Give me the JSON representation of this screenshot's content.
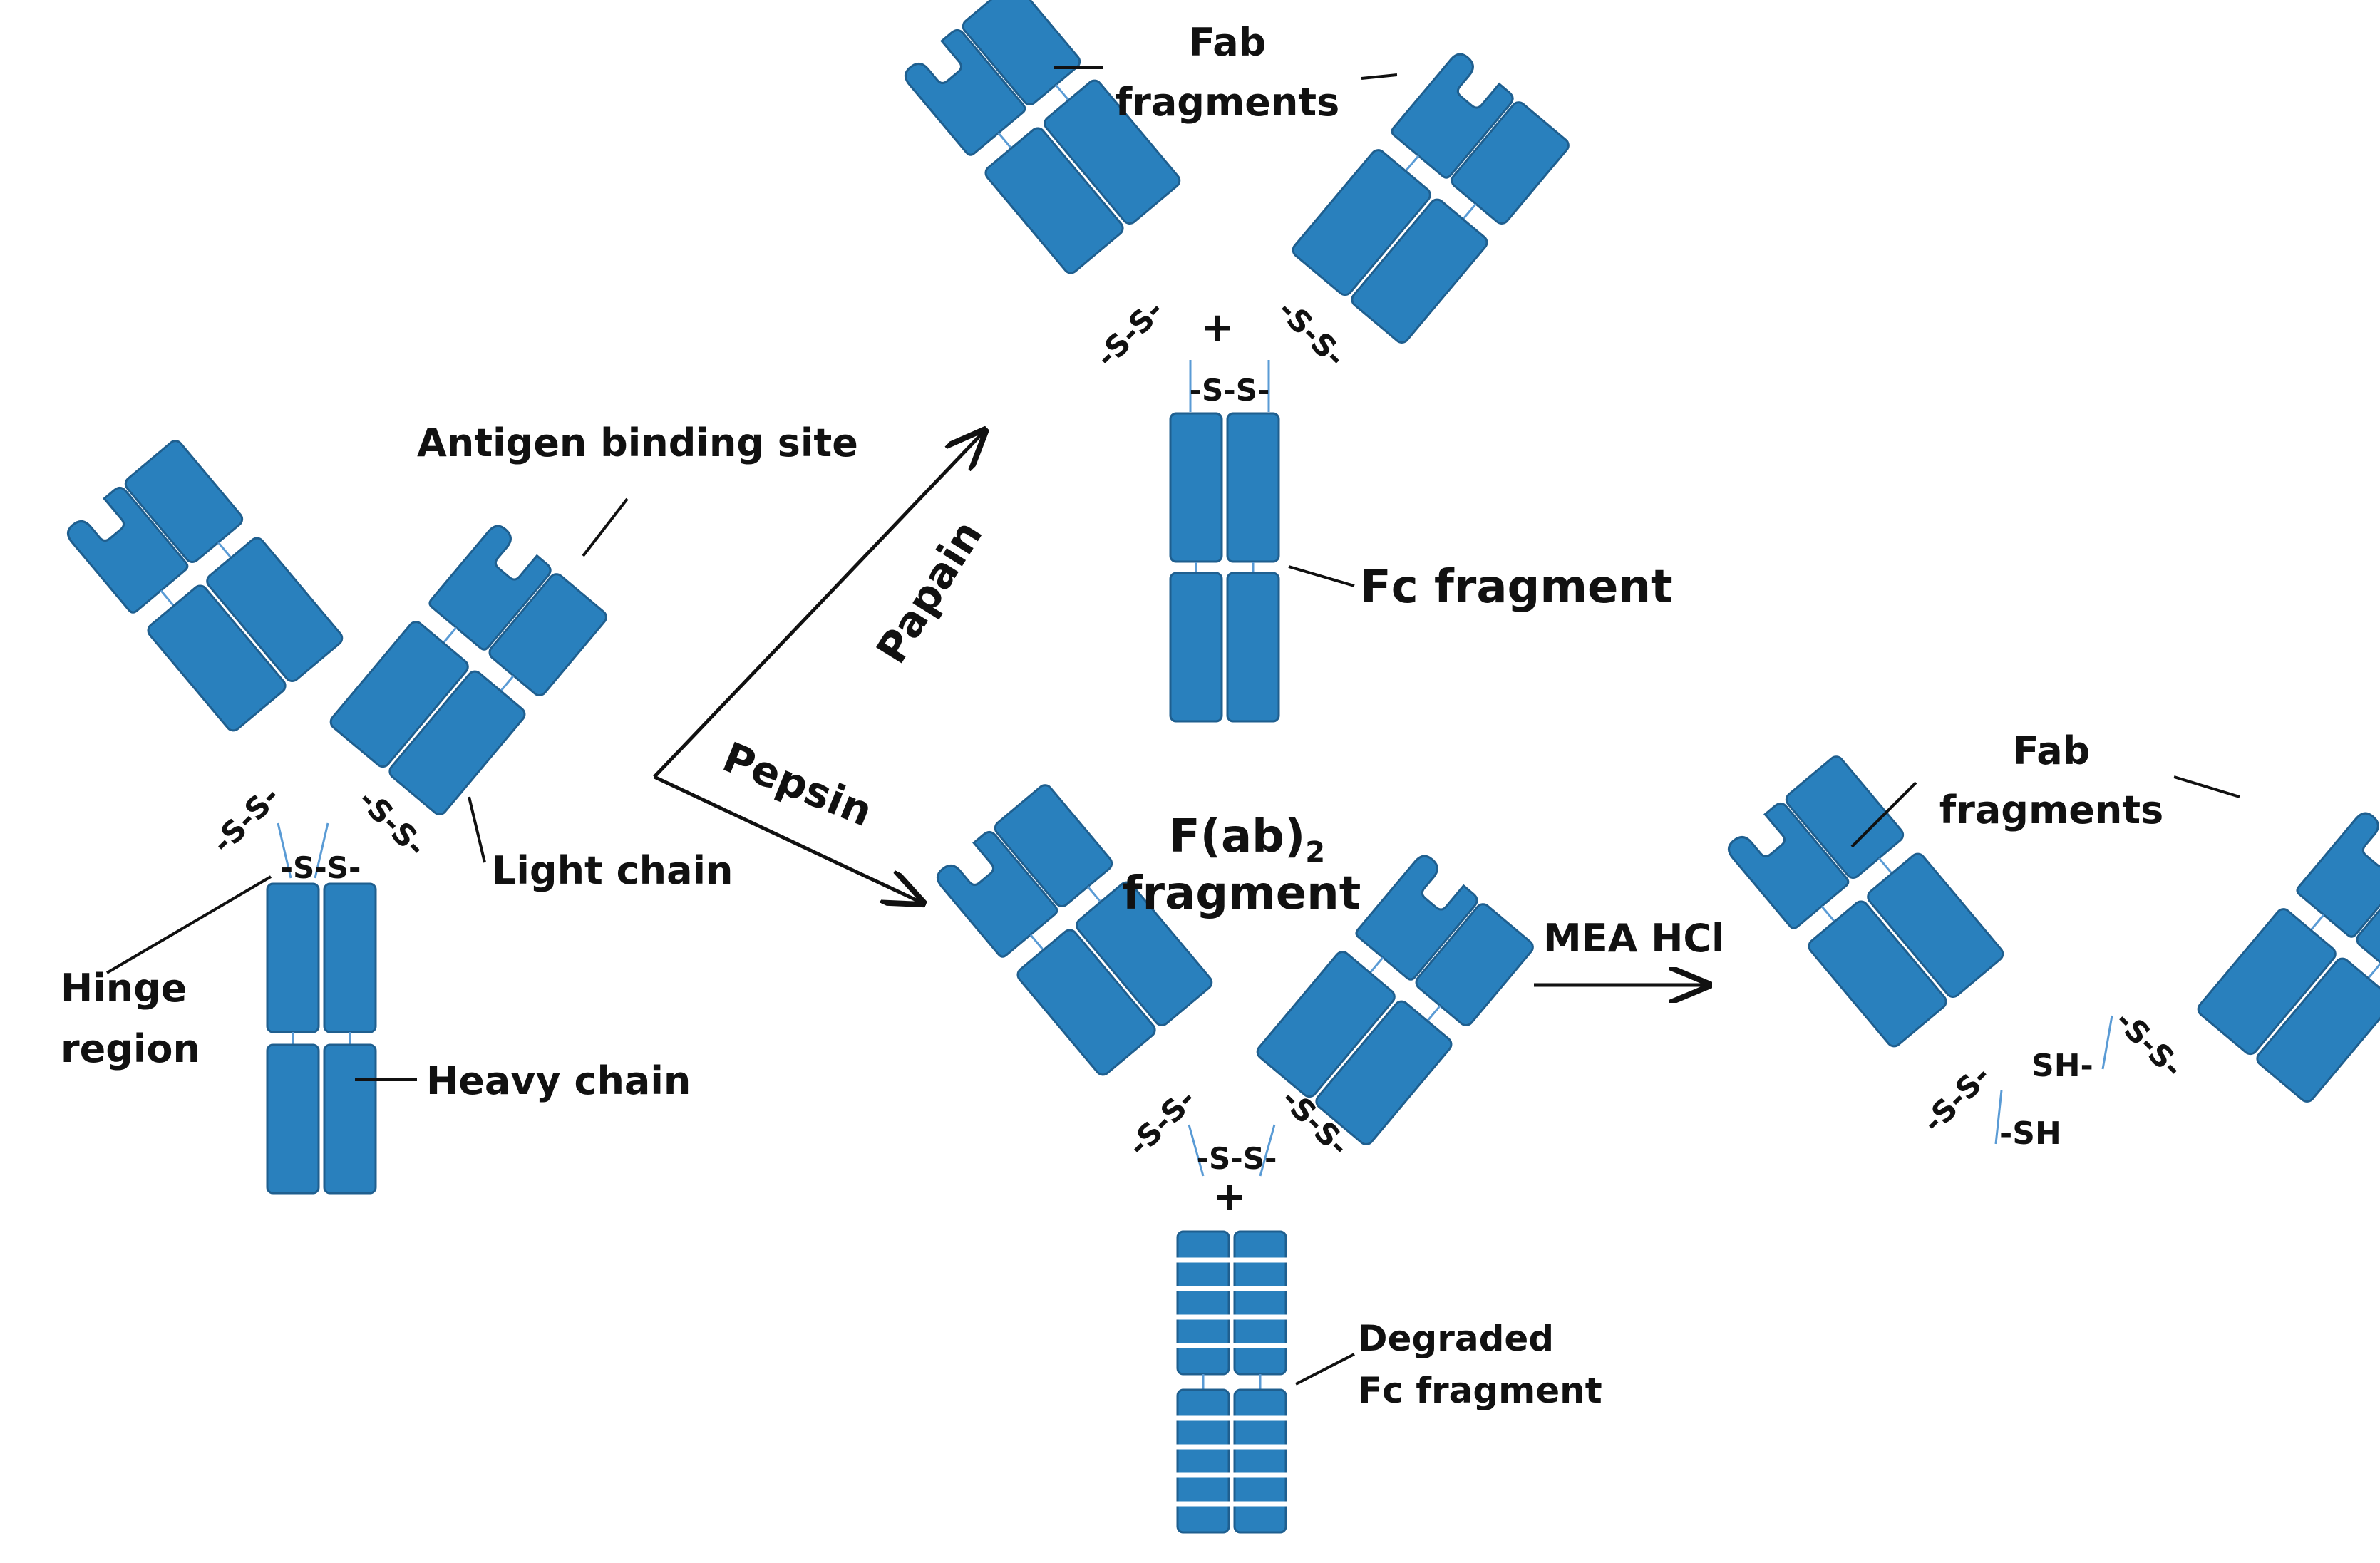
{
  "labels": {
    "antigen_binding_site": "Antigen binding site",
    "light_chain": "Light chain",
    "hinge_region_line1": "Hinge",
    "hinge_region_line2": "region",
    "heavy_chain": "Heavy chain",
    "papain": "Papain",
    "pepsin": "Pepsin",
    "fab_top_line1": "Fab",
    "fab_top_line2": "fragments",
    "fc_fragment": "Fc fragment",
    "fab2_line1_main": "F(ab)",
    "fab2_line1_sub": "2",
    "fab2_line2": "fragment",
    "mea_hcl": "MEA HCl",
    "fab_right_line1": "Fab",
    "fab_right_line2": "fragments",
    "degraded_line1": "Degraded",
    "degraded_line2": "Fc fragment",
    "ss": "-S-S-",
    "plus": "+",
    "sh_left": "-SH",
    "sh_right": "SH-"
  },
  "colors": {
    "domain_fill": "#2980BD",
    "domain_stroke": "#1F5F8F",
    "tether": "#5A9BD5",
    "text": "#111111"
  }
}
